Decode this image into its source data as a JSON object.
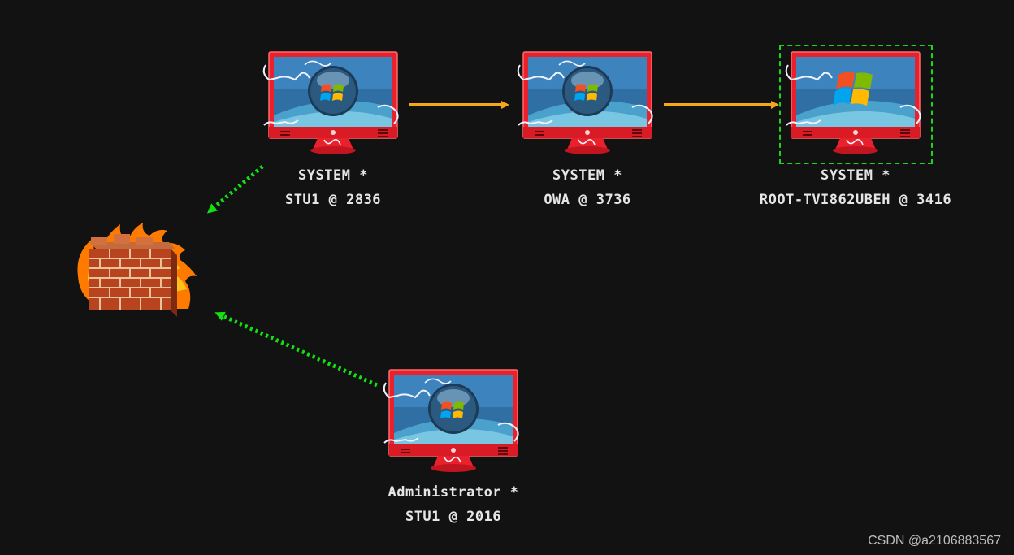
{
  "sessions": [
    {
      "user": "SYSTEM *",
      "host": "STU1 @ 2836",
      "icon": "windows-7-monitor-icon"
    },
    {
      "user": "SYSTEM *",
      "host": "OWA @ 3736",
      "icon": "windows-7-monitor-icon"
    },
    {
      "user": "SYSTEM *",
      "host": "ROOT-TVI862UBEH @ 3416",
      "icon": "windows-xp-monitor-icon",
      "selected": true
    },
    {
      "user": "Administrator *",
      "host": "STU1 @ 2016",
      "icon": "windows-7-monitor-icon"
    }
  ],
  "firewall": {
    "icon": "burning-firewall-icon"
  },
  "links": [
    {
      "from": "STU1 @ 2836",
      "to": "OWA @ 3736",
      "style": "solid",
      "color": "#f7a51b"
    },
    {
      "from": "OWA @ 3736",
      "to": "ROOT-TVI862UBEH @ 3416",
      "style": "solid",
      "color": "#f7a51b"
    },
    {
      "from": "STU1 @ 2836",
      "to": "firewall",
      "style": "dotted",
      "color": "#13e013"
    },
    {
      "from": "STU1 @ 2016",
      "to": "firewall",
      "style": "dotted",
      "color": "#13e013"
    }
  ],
  "watermark": "CSDN @a2106883567",
  "colors": {
    "background": "#121212",
    "monitor_frame": "#e8212c",
    "label": "#e6e6e6",
    "selection": "#1ed21e"
  }
}
